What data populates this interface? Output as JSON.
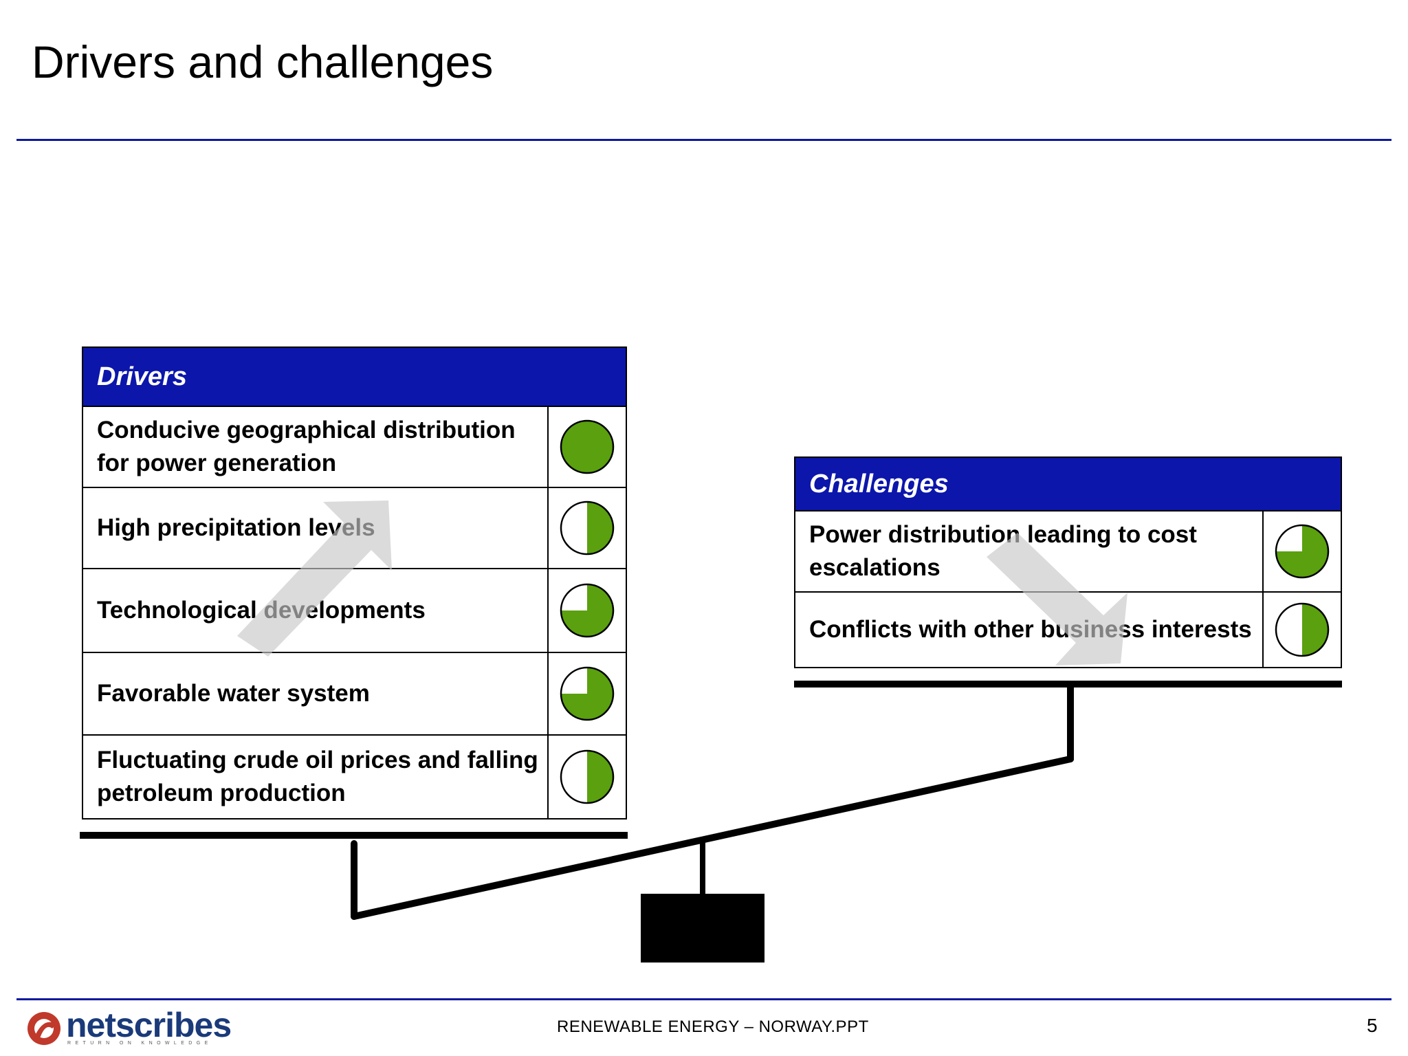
{
  "slide": {
    "title": "Drivers and challenges",
    "footer": "RENEWABLE ENERGY – NORWAY.PPT",
    "page_number": "5"
  },
  "logo": {
    "name": "netscribes",
    "tagline": "RETURN ON KNOWLEDGE"
  },
  "drivers": {
    "heading": "Drivers",
    "items": [
      {
        "label": "Conducive geographical distribution for power generation",
        "harvey_fill": 1.0
      },
      {
        "label": "High precipitation levels",
        "harvey_fill": 0.5
      },
      {
        "label": "Technological developments",
        "harvey_fill": 0.75
      },
      {
        "label": "Favorable water system",
        "harvey_fill": 0.75
      },
      {
        "label": "Fluctuating crude oil prices and falling petroleum production",
        "harvey_fill": 0.5
      }
    ]
  },
  "challenges": {
    "heading": "Challenges",
    "items": [
      {
        "label": "Power distribution leading to cost escalations",
        "harvey_fill": 0.75
      },
      {
        "label": "Conflicts with other business interests",
        "harvey_fill": 0.5
      }
    ]
  },
  "colors": {
    "accent_blue": "#0c16ab",
    "harvey_green": "#5aa00f",
    "arrow_gray": "#d9d9d9"
  }
}
